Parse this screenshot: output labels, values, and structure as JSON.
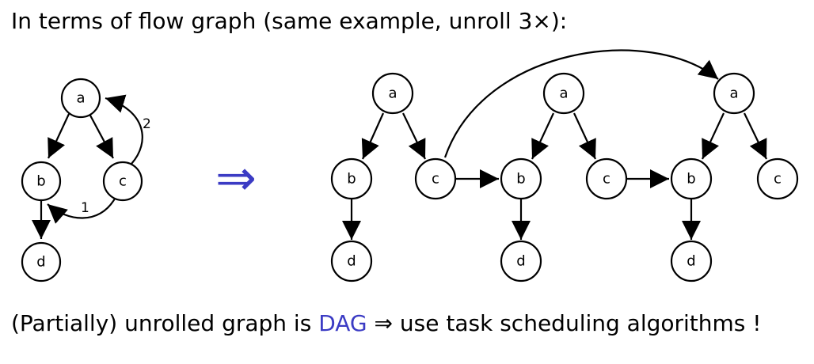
{
  "heading": "In terms of flow graph (same example, unroll 3×):",
  "conclusion": {
    "prefix": "(Partially) unrolled graph is ",
    "dag": "DAG",
    "arrow": "⇒",
    "suffix": " use task scheduling algorithms !"
  },
  "implies_symbol": "⇒",
  "colors": {
    "accent": "#3b3bc4",
    "stroke": "#000000"
  },
  "left_graph": {
    "nodes": {
      "a": "a",
      "b": "b",
      "c": "c",
      "d": "d"
    },
    "edge_labels": {
      "c_to_a": "2",
      "c_to_b": "1"
    }
  },
  "unrolled_graph": {
    "copies": [
      {
        "a": "a",
        "b": "b",
        "c": "c",
        "d": "d"
      },
      {
        "a": "a",
        "b": "b",
        "c": "c",
        "d": "d"
      },
      {
        "a": "a",
        "b": "b",
        "c": "c",
        "d": "d"
      }
    ]
  }
}
